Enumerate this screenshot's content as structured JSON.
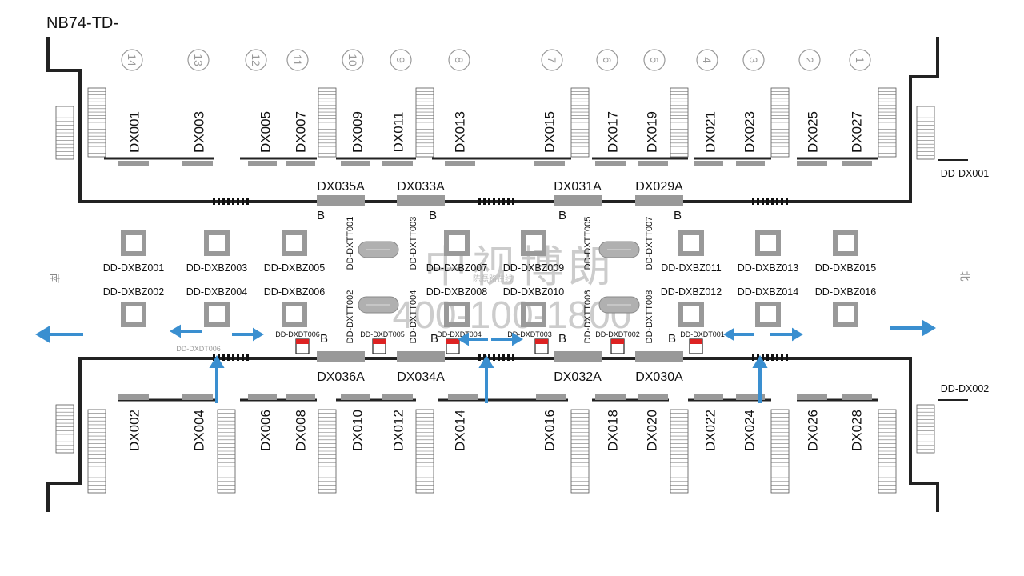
{
  "title": "NB74-TD-",
  "exit_numbers": [
    "14",
    "13",
    "12",
    "11",
    "10",
    "9",
    "8",
    "7",
    "6",
    "5",
    "4",
    "3",
    "2",
    "1"
  ],
  "top_shops": [
    "DX001",
    "DX003",
    "DX005",
    "DX007",
    "DX009",
    "DX011",
    "DX013",
    "DX015",
    "DX017",
    "DX019",
    "DX021",
    "DX023",
    "DX025",
    "DX027"
  ],
  "bottom_shops": [
    "DX002",
    "DX004",
    "DX006",
    "DX008",
    "DX010",
    "DX012",
    "DX014",
    "DX016",
    "DX018",
    "DX020",
    "DX022",
    "DX024",
    "DX026",
    "DX028"
  ],
  "top_center_panels": [
    "DX035A",
    "DX033A",
    "DX031A",
    "DX029A"
  ],
  "bottom_center_panels": [
    "DX036A",
    "DX034A",
    "DX032A",
    "DX030A"
  ],
  "pillar_labels_upper": [
    "DD-DXBZ001",
    "DD-DXBZ003",
    "DD-DXBZ005",
    "DD-DXBZ007",
    "DD-DXBZ009",
    "DD-DXBZ011",
    "DD-DXBZ013",
    "DD-DXBZ015"
  ],
  "pillar_labels_lower": [
    "DD-DXBZ002",
    "DD-DXBZ004",
    "DD-DXBZ006",
    "DD-DXBZ008",
    "DD-DXBZ010",
    "DD-DXBZ012",
    "DD-DXBZ014",
    "DD-DXBZ016"
  ],
  "vertical_labels_upper": [
    "DD-DXTT001",
    "DD-DXTT003",
    "DD-DXTT005",
    "DD-DXTT007"
  ],
  "vertical_labels_lower": [
    "DD-DXTT002",
    "DD-DXTT004",
    "DD-DXTT006",
    "DD-DXTT008"
  ],
  "small_sign_labels": [
    "DD-DXDT006",
    "DD-DXDT005",
    "DD-DXDT004",
    "DD-DXDT003",
    "DD-DXDT002",
    "DD-DXDT001"
  ],
  "gray_sign_label": "DD-DXDT006",
  "right_labels": [
    "DD-DX001",
    "DD-DX002"
  ],
  "b_marker": "B",
  "direction_west": "南",
  "direction_east": "北",
  "watermark_line1": "中视博朗",
  "watermark_line2": "400-100-1800",
  "watermark_small": "陈磊路在线",
  "colors": {
    "wall": "#222222",
    "fill": "#999999",
    "arrow": "#3a8fd0",
    "red": "#dd2222",
    "text": "#111111",
    "watermark": "#cccccc"
  }
}
